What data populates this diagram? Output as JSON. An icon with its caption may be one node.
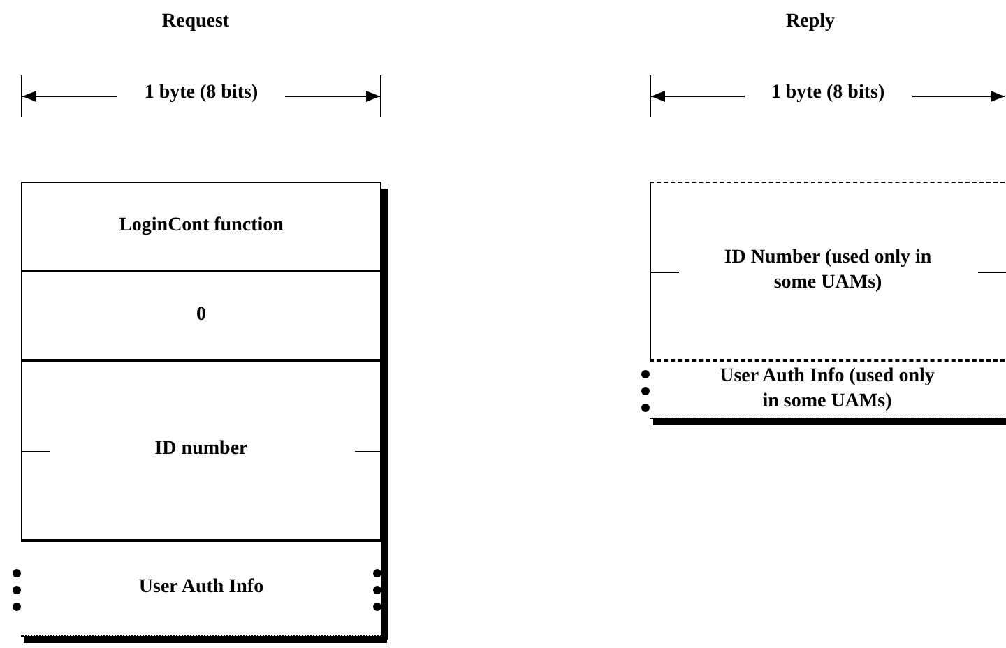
{
  "diagram": {
    "nodes": [
      {
        "text": [
          "Request"
        ]
      },
      {
        "text": [
          "LoginCont function"
        ],
        "in": 0
      },
      {
        "text": [
          "0"
        ],
        "in": 0
      },
      {
        "text": [
          "ID number"
        ],
        "in": 0
      },
      {
        "text": [
          "User Auth Info"
        ],
        "in": 0
      },
      {
        "text": [
          "Reply"
        ]
      },
      {
        "text": [
          "ID Number (used only in some UAMs)"
        ],
        "in": 5
      },
      {
        "text": [
          "User Auth Info (used only in some UAMs)"
        ],
        "in": 5
      }
    ],
    "edges": [],
    "labels": [
      "1 byte (8 bits)",
      "1 byte (8 bits)"
    ]
  }
}
